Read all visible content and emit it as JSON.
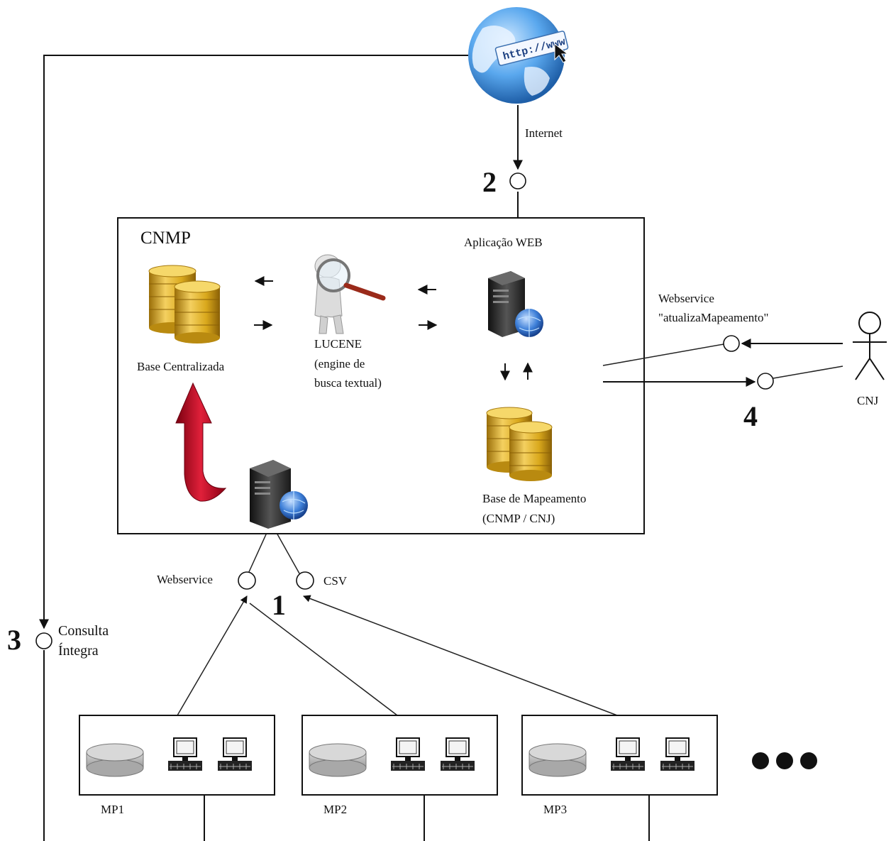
{
  "labels": {
    "internet": "Internet",
    "cnmp": "CNMP",
    "app_web": "Aplicação WEB",
    "base_centralizada": "Base Centralizada",
    "lucene_1": "LUCENE",
    "lucene_2": "(engine de",
    "lucene_3": "busca textual)",
    "base_map_1": "Base de Mapeamento",
    "base_map_2": "(CNMP / CNJ)",
    "ws_atualiza_1": "Webservice",
    "ws_atualiza_2": "\"atualizaMapeamento\"",
    "cnj": "CNJ",
    "webservice": "Webservice",
    "csv": "CSV",
    "consulta_1": "Consulta",
    "consulta_2": "Íntegra",
    "url": "http://www"
  },
  "steps": {
    "s1": "1",
    "s2": "2",
    "s3": "3",
    "s4": "4"
  },
  "units": [
    {
      "label": "MP1"
    },
    {
      "label": "MP2"
    },
    {
      "label": "MP3"
    }
  ],
  "colors": {
    "gold": "#e0b020",
    "gold_dark": "#9a6e08",
    "red_arrow": "#c4102a",
    "globe_blue": "#2f86d6",
    "server_dark": "#2c2c2c"
  }
}
